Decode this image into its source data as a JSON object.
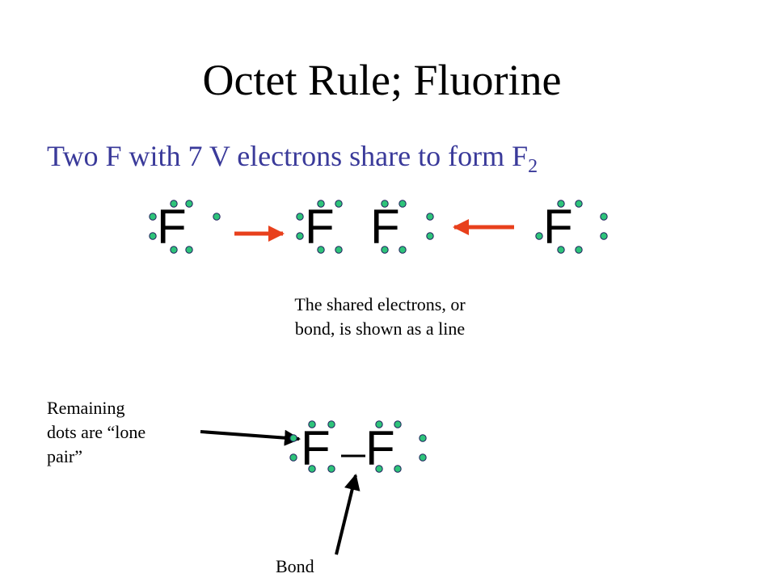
{
  "title": "Octet Rule; Fluorine",
  "subtitle": {
    "text": "Two F with 7 V electrons share to form F",
    "subscript": "2"
  },
  "atoms": {
    "symbol": "F"
  },
  "captions": {
    "shared_line1": "The shared electrons, or",
    "shared_line2": "bond, is shown as a line",
    "lone_line1": "Remaining",
    "lone_line2": "dots are “lone",
    "lone_line3": "pair”",
    "bond": "Bond"
  },
  "colors": {
    "electron_fill": "#2ec37a",
    "electron_stroke": "#1f1f5c",
    "share_arrow": "#e8401c",
    "subtitle": "#3a3a9a"
  }
}
